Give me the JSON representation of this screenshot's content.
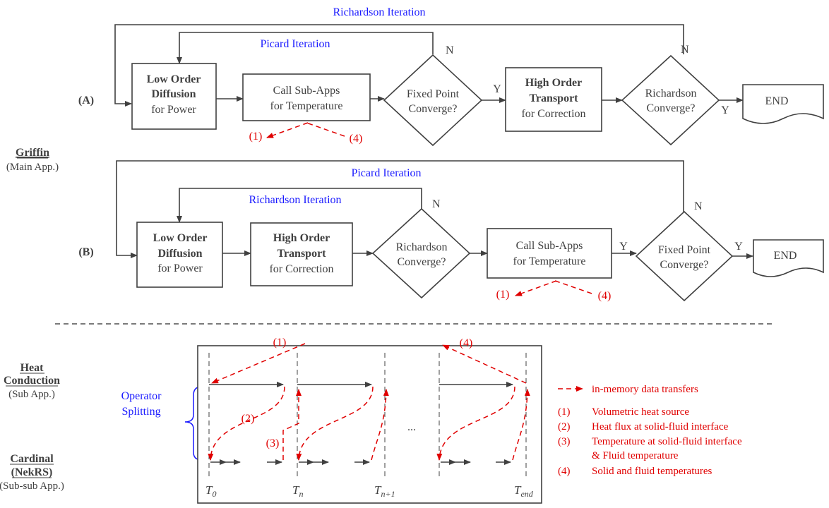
{
  "colors": {
    "blue": "#1a1aff",
    "red": "#e00000",
    "gray": "#404040"
  },
  "left": {
    "griffin": "Griffin",
    "griffin_sub": "(Main App.)",
    "heat1": "Heat",
    "heat2": "Conduction",
    "heat_sub": "(Sub App.)",
    "cardinal1": "Cardinal",
    "cardinal2": "(NekRS)",
    "cardinal_sub": "(Sub-sub App.)",
    "op1": "Operator",
    "op2": "Splitting"
  },
  "a": {
    "tag": "(A)",
    "outer_loop": "Richardson Iteration",
    "inner_loop": "Picard Iteration",
    "lod": {
      "l1": "Low Order",
      "l2": "Diffusion",
      "l3": "for Power"
    },
    "call": {
      "l1": "Call Sub-Apps",
      "l2": "for Temperature"
    },
    "fp": {
      "l1": "Fixed Point",
      "l2": "Converge?"
    },
    "hot": {
      "l1": "High Order",
      "l2": "Transport",
      "l3": "for Correction"
    },
    "rc": {
      "l1": "Richardson",
      "l2": "Converge?"
    },
    "end": "END",
    "n1": "N",
    "n2": "N",
    "y1": "Y",
    "y2": "Y",
    "ref1": "(1)",
    "ref4": "(4)"
  },
  "b": {
    "tag": "(B)",
    "outer_loop": "Picard Iteration",
    "inner_loop": "Richardson Iteration",
    "lod": {
      "l1": "Low Order",
      "l2": "Diffusion",
      "l3": "for Power"
    },
    "hot": {
      "l1": "High Order",
      "l2": "Transport",
      "l3": "for Correction"
    },
    "rc": {
      "l1": "Richardson",
      "l2": "Converge?"
    },
    "call": {
      "l1": "Call Sub-Apps",
      "l2": "for Temperature"
    },
    "fp": {
      "l1": "Fixed Point",
      "l2": "Converge?"
    },
    "end": "END",
    "n1": "N",
    "n2": "N",
    "y1": "Y",
    "y2": "Y",
    "ref1": "(1)",
    "ref4": "(4)"
  },
  "bottom": {
    "ref1": "(1)",
    "ref2": "(2)",
    "ref3": "(3)",
    "ref4": "(4)",
    "dots": "...",
    "t0": "T",
    "t0s": "0",
    "tn": "T",
    "tns": "n",
    "tn1": "T",
    "tn1s": "n+1",
    "tend": "T",
    "tends": "end"
  },
  "legend": {
    "arrow_label": "in-memory data transfers",
    "items": [
      {
        "num": "(1)",
        "text": "Volumetric heat source"
      },
      {
        "num": "(2)",
        "text": "Heat flux at solid-fluid interface"
      },
      {
        "num": "(3)",
        "text": "Temperature at solid-fluid interface"
      },
      {
        "num": "",
        "text": "& Fluid temperature"
      },
      {
        "num": "(4)",
        "text": "Solid and fluid temperatures"
      }
    ]
  }
}
